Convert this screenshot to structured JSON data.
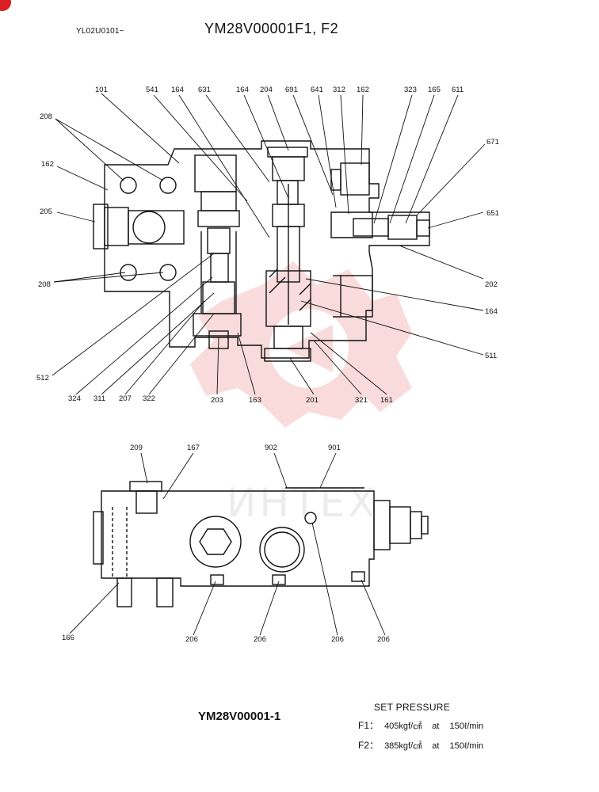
{
  "header": {
    "serial_range": "YL02U0101~",
    "model_title": "YM28V00001F1, F2"
  },
  "footer": {
    "drawing_code": "YM28V00001-1",
    "set_pressure_title": "SET PRESSURE",
    "rows": [
      {
        "key": "F1：",
        "value": "405kgf/㎠",
        "at": "at",
        "flow": "150ℓ/min"
      },
      {
        "key": "F2：",
        "value": "385kgf/㎠",
        "at": "at",
        "flow": "150ℓ/min"
      }
    ]
  },
  "watermark": {
    "text": "ИНТЕХ",
    "color": "#e23b3b"
  },
  "colors": {
    "line": "#111111",
    "watermark": "#e23b3b",
    "corner_logo": "#d92024"
  },
  "top_view_labels": {
    "l101": "101",
    "l541": "541",
    "l164a": "164",
    "l631": "631",
    "l164b": "164",
    "l204": "204",
    "l691": "691",
    "l641": "641",
    "l312": "312",
    "l162a": "162",
    "l323": "323",
    "l165": "165",
    "l611": "611",
    "l208a": "208",
    "l162b": "162",
    "l205": "205",
    "l671": "671",
    "l651": "651",
    "l208b": "208",
    "l202": "202",
    "l164c": "164",
    "l511": "511",
    "l512": "512",
    "l324": "324",
    "l311": "311",
    "l207": "207",
    "l322": "322",
    "l203": "203",
    "l163": "163",
    "l201": "201",
    "l321": "321",
    "l161": "161"
  },
  "side_view_labels": {
    "l209": "209",
    "l167": "167",
    "l902": "902",
    "l901": "901",
    "l166": "166",
    "l206a": "206",
    "l206b": "206",
    "l206c": "206",
    "l206d": "206"
  }
}
